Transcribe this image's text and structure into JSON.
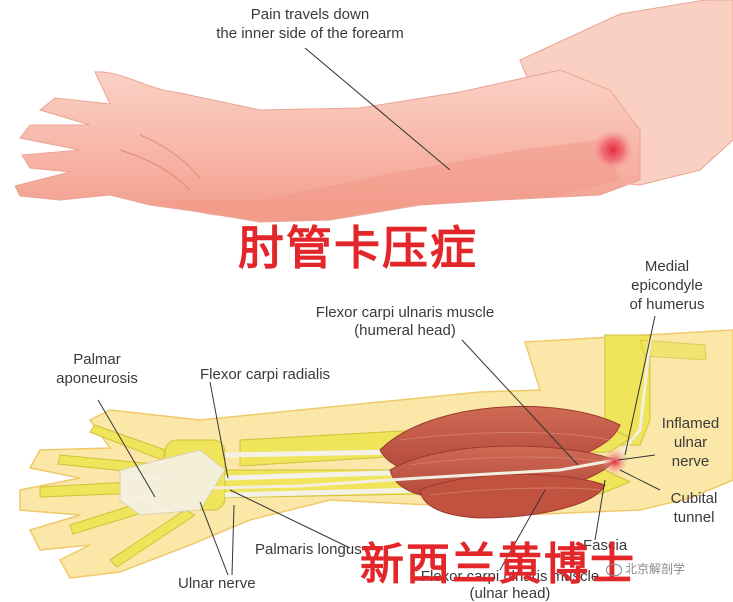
{
  "labels": {
    "pain": [
      "Pain travels down",
      "the inner side of the forearm"
    ],
    "medial_epicondyle": [
      "Medial",
      "epicondyle",
      "of humerus"
    ],
    "fcu_humeral": [
      "Flexor carpi ulnaris muscle",
      "(humeral head)"
    ],
    "palmar_aponeurosis": [
      "Palmar",
      "aponeurosis"
    ],
    "flexor_carpi_radialis": "Flexor carpi radialis",
    "inflamed_ulnar_nerve": [
      "Inflamed",
      "ulnar",
      "nerve"
    ],
    "cubital_tunnel": [
      "Cubital",
      "tunnel"
    ],
    "fascia": "Fascia",
    "palmaris_longus": "Palmaris longus",
    "ulnar_nerve": "Ulnar nerve",
    "fcu_ulnar": [
      "Flexor carpi ulnaris muscle",
      "(ulnar head)"
    ]
  },
  "title_cn": "肘管卡压症",
  "author_cn": "新西兰黄博士",
  "watermark": "北京解剖学",
  "colors": {
    "title_red": "#e3262a",
    "skin": "#f6b4a6",
    "muscle": "#c4553f",
    "bone": "#e8e650",
    "arm_outline": "#f7d98c"
  }
}
